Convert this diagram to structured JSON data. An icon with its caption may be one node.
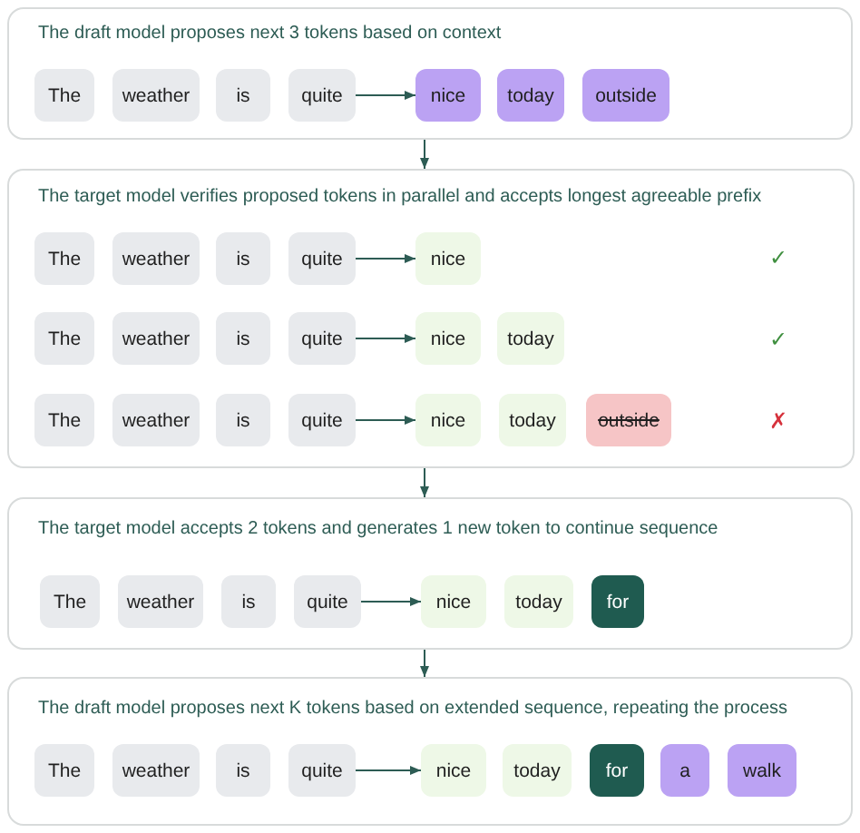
{
  "diagram": {
    "nodes": [
      {
        "text": [
          "The draft model proposes next 3 tokens based on context"
        ]
      },
      {
        "text": [
          "The"
        ],
        "in": 0
      },
      {
        "text": [
          "weather"
        ],
        "in": 0
      },
      {
        "text": [
          "is"
        ],
        "in": 0
      },
      {
        "text": [
          "quite"
        ],
        "in": 0
      },
      {
        "text": [
          "nice"
        ],
        "in": 0
      },
      {
        "text": [
          "today"
        ],
        "in": 0
      },
      {
        "text": [
          "outside"
        ],
        "in": 0
      },
      {
        "text": [
          "The target model verifies proposed tokens in parallel and accepts longest agreeable prefix"
        ]
      },
      {
        "text": [
          "The"
        ],
        "in": 8
      },
      {
        "text": [
          "weather"
        ],
        "in": 8
      },
      {
        "text": [
          "is"
        ],
        "in": 8
      },
      {
        "text": [
          "quite"
        ],
        "in": 8
      },
      {
        "text": [
          "nice"
        ],
        "in": 8
      },
      {
        "text": [
          "The"
        ],
        "in": 8
      },
      {
        "text": [
          "weather"
        ],
        "in": 8
      },
      {
        "text": [
          "is"
        ],
        "in": 8
      },
      {
        "text": [
          "quite"
        ],
        "in": 8
      },
      {
        "text": [
          "nice"
        ],
        "in": 8
      },
      {
        "text": [
          "today"
        ],
        "in": 8
      },
      {
        "text": [
          "The"
        ],
        "in": 8
      },
      {
        "text": [
          "weather"
        ],
        "in": 8
      },
      {
        "text": [
          "is"
        ],
        "in": 8
      },
      {
        "text": [
          "quite"
        ],
        "in": 8
      },
      {
        "text": [
          "nice"
        ],
        "in": 8
      },
      {
        "text": [
          "today"
        ],
        "in": 8
      },
      {
        "text": [
          "outside"
        ],
        "in": 8
      },
      {
        "text": [
          "The target model accepts 2 tokens and generates 1 new token to continue sequence"
        ]
      },
      {
        "text": [
          "The"
        ],
        "in": 27
      },
      {
        "text": [
          "weather"
        ],
        "in": 27
      },
      {
        "text": [
          "is"
        ],
        "in": 27
      },
      {
        "text": [
          "quite"
        ],
        "in": 27
      },
      {
        "text": [
          "nice"
        ],
        "in": 27
      },
      {
        "text": [
          "today"
        ],
        "in": 27
      },
      {
        "text": [
          "for"
        ],
        "in": 27
      },
      {
        "text": [
          "The draft model proposes next K tokens based on extended sequence, repeating the process"
        ]
      },
      {
        "text": [
          "The"
        ],
        "in": 35
      },
      {
        "text": [
          "weather"
        ],
        "in": 35
      },
      {
        "text": [
          "is"
        ],
        "in": 35
      },
      {
        "text": [
          "quite"
        ],
        "in": 35
      },
      {
        "text": [
          "nice"
        ],
        "in": 35
      },
      {
        "text": [
          "today"
        ],
        "in": 35
      },
      {
        "text": [
          "for"
        ],
        "in": 35
      },
      {
        "text": [
          "a"
        ],
        "in": 35
      },
      {
        "text": [
          "walk"
        ],
        "in": 35
      }
    ],
    "edges": [
      {
        "from": 4,
        "to": 5,
        "arrow": "to"
      },
      {
        "from": 0,
        "to": 8,
        "arrow": "to"
      },
      {
        "from": 12,
        "to": 13,
        "arrow": "to"
      },
      {
        "from": 17,
        "to": 18,
        "arrow": "to"
      },
      {
        "from": 23,
        "to": 24,
        "arrow": "to"
      },
      {
        "from": 8,
        "to": 27,
        "arrow": "to"
      },
      {
        "from": 31,
        "to": 32,
        "arrow": "to"
      },
      {
        "from": 27,
        "to": 35,
        "arrow": "to"
      },
      {
        "from": 39,
        "to": 40,
        "arrow": "to"
      }
    ],
    "labels": [
      "✓",
      "✓",
      "✗"
    ]
  }
}
